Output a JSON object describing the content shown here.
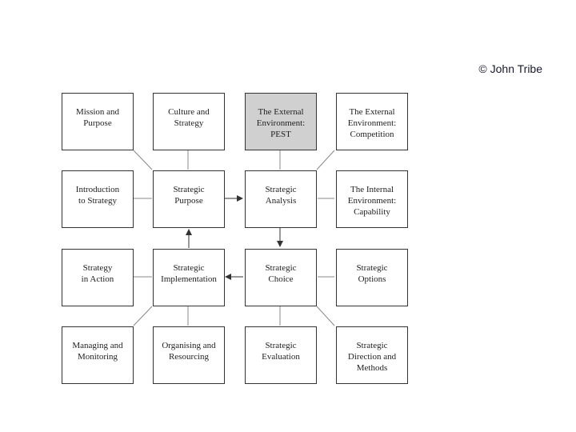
{
  "copyright": "© John Tribe",
  "boxes": {
    "mission_purpose": "Mission and\nPurpose",
    "culture_strategy": "Culture and\nStrategy",
    "external_pest": "The External\nEnvironment:\nPEST",
    "external_competition": "The External\nEnvironment:\nCompetition",
    "intro_strategy": "Introduction\nto Strategy",
    "strategic_purpose": "Strategic\nPurpose",
    "strategic_analysis": "Strategic\nAnalysis",
    "internal_capability": "The Internal\nEnvironment:\nCapability",
    "strategy_action": "Strategy\nin Action",
    "strategic_implementation": "Strategic\nImplementation",
    "strategic_choice": "Strategic\nChoice",
    "strategic_options": "Strategic\nOptions",
    "managing_monitoring": "Managing and\nMonitoring",
    "organising_resourcing": "Organising and\nResourcing",
    "strategic_evaluation": "Strategic\nEvaluation",
    "strategic_direction": "Strategic\nDirection and\nMethods"
  },
  "colors": {
    "highlight": "#d0d0d0",
    "line": "#555555"
  }
}
